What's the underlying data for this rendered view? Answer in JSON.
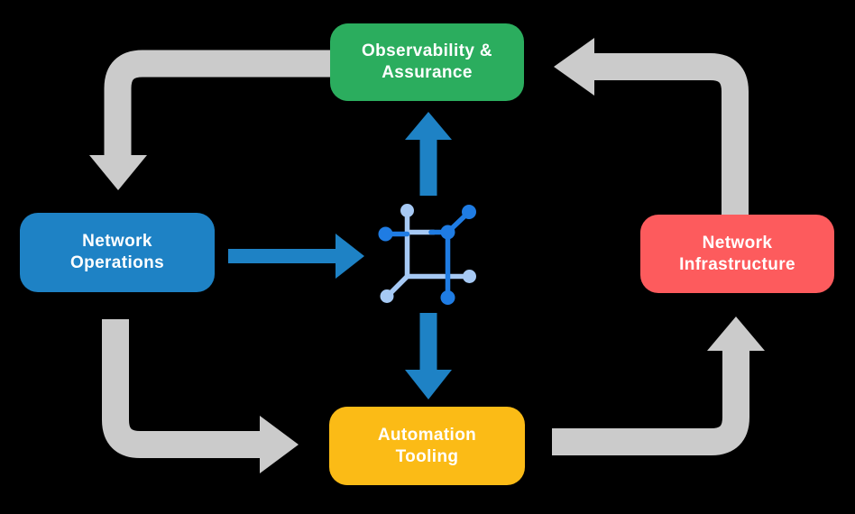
{
  "diagram": {
    "nodes": [
      {
        "id": "observability-assurance",
        "label": "Observability &\nAssurance",
        "color": "#2BAD5E"
      },
      {
        "id": "network-operations",
        "label": "Network\nOperations",
        "color": "#1E82C5"
      },
      {
        "id": "network-infrastructure",
        "label": "Network\nInfrastructure",
        "color": "#FD5B5D"
      },
      {
        "id": "automation-tooling",
        "label": "Automation\nTooling",
        "color": "#FBBB16"
      }
    ],
    "center_icon": "network-nodes-icon",
    "flows": [
      {
        "from": "observability-assurance",
        "to": "network-operations",
        "style": "gray-elbow",
        "direction": "left-then-down"
      },
      {
        "from": "network-operations",
        "to": "automation-tooling",
        "style": "gray-elbow",
        "direction": "down-then-right"
      },
      {
        "from": "automation-tooling",
        "to": "network-infrastructure",
        "style": "gray-elbow",
        "direction": "right-then-up"
      },
      {
        "from": "network-infrastructure",
        "to": "observability-assurance",
        "style": "gray-elbow",
        "direction": "up-then-left"
      },
      {
        "from": "network-operations",
        "to": "center-icon",
        "style": "blue-straight",
        "direction": "right"
      },
      {
        "from": "center-icon",
        "to": "observability-assurance",
        "style": "blue-straight",
        "direction": "up"
      },
      {
        "from": "center-icon",
        "to": "automation-tooling",
        "style": "blue-straight",
        "direction": "down"
      }
    ],
    "colors": {
      "background": "#000000",
      "arrow_gray": "#CBCBCB",
      "arrow_blue": "#1E82C5",
      "icon_blue_light": "#A6C9F4",
      "icon_blue_bright": "#1F7CE3",
      "label_text": "#FFFFFF"
    }
  }
}
